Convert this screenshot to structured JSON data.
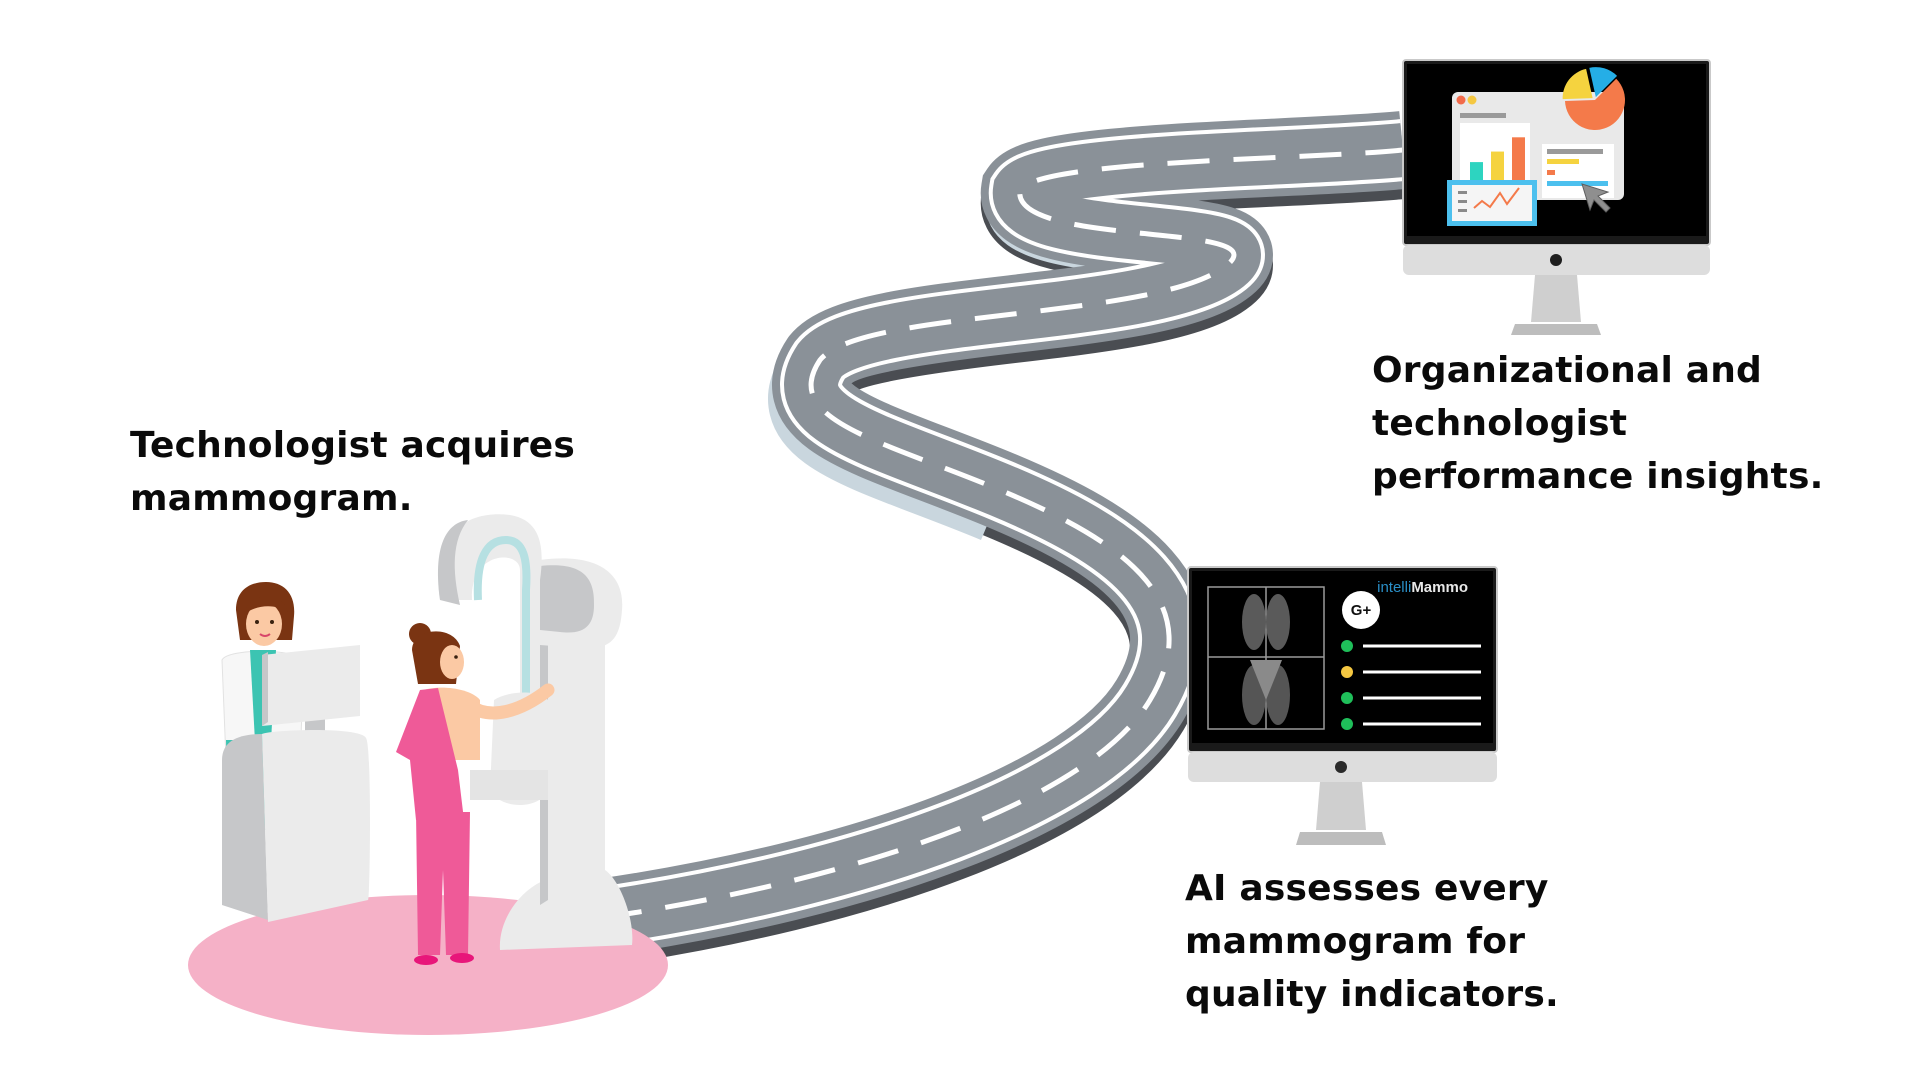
{
  "captions": {
    "acquire": {
      "lines": [
        "Technologist acquires",
        "mammogram."
      ]
    },
    "insights": {
      "lines": [
        "Organizational and",
        "technologist",
        "performance insights."
      ]
    },
    "assess": {
      "lines": [
        "AI assesses every",
        "mammogram for",
        "quality indicators."
      ]
    }
  },
  "ai_monitor": {
    "brand_light": "intelli",
    "brand_bold": "Mammo",
    "grade_badge": "G+",
    "indicators": [
      {
        "status": "pass",
        "color": "#1fbf5a"
      },
      {
        "status": "warning",
        "color": "#f5c842"
      },
      {
        "status": "pass",
        "color": "#1fbf5a"
      },
      {
        "status": "pass",
        "color": "#1fbf5a"
      }
    ]
  },
  "analytics_monitor": {
    "window_dots": [
      "#f26b4b",
      "#f5c842"
    ],
    "bars": [
      {
        "value": 0.45,
        "color": "#2dd4c0"
      },
      {
        "value": 0.62,
        "color": "#f5d33f"
      },
      {
        "value": 0.85,
        "color": "#f47a4a"
      }
    ],
    "pie": [
      {
        "share": 0.62,
        "color": "#f47a4a"
      },
      {
        "share": 0.22,
        "color": "#f5d33f"
      },
      {
        "share": 0.16,
        "color": "#25aee6"
      }
    ]
  },
  "colors": {
    "road": "#8a9198",
    "road_edge_dark": "#4a4d52",
    "road_edge_light": "#c9d6de",
    "floor": "#f5b1c7",
    "scrubs_patient": "#ef5a98",
    "scrubs_tech": "#3cc4b2",
    "machine": "#ebebeb",
    "machine_shade": "#c6c7c9"
  }
}
